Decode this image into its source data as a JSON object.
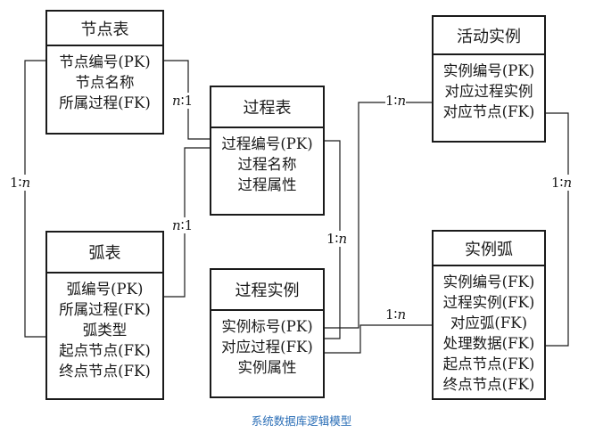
{
  "entities": {
    "node_table": {
      "title": "节点表",
      "fields": [
        "节点编号(PK)",
        "节点名称",
        "所属过程(FK)"
      ]
    },
    "process_table": {
      "title": "过程表",
      "fields": [
        "过程编号(PK)",
        "过程名称",
        "过程属性"
      ]
    },
    "arc_table": {
      "title": "弧表",
      "fields": [
        "弧编号(PK)",
        "所属过程(FK)",
        "弧类型",
        "起点节点(FK)",
        "终点节点(FK)"
      ]
    },
    "process_instance": {
      "title": "过程实例",
      "fields": [
        "实例标号(PK)",
        "对应过程(FK)",
        "实例属性"
      ]
    },
    "activity_instance": {
      "title": "活动实例",
      "fields": [
        "实例编号(PK)",
        "对应过程实例",
        "对应节点(FK)"
      ]
    },
    "instance_arc": {
      "title": "实例弧",
      "fields": [
        "实例编号(FK)",
        "过程实例(FK)",
        "对应弧(FK)",
        "处理数据(FK)",
        "起点节点(FK)",
        "终点节点(FK)"
      ]
    }
  },
  "relationships": {
    "node_process": {
      "left": "n",
      "sep": "∶",
      "right": "1"
    },
    "arc_process": {
      "left": "n",
      "sep": "∶",
      "right": "1"
    },
    "node_arc": {
      "left": "1",
      "sep": "∶",
      "right": "n"
    },
    "process_instance_rel": {
      "left": "1",
      "sep": "∶",
      "right": "n"
    },
    "pinstance_activity": {
      "left": "1",
      "sep": "∶",
      "right": "n"
    },
    "pinstance_instarc": {
      "left": "1",
      "sep": "∶",
      "right": "n"
    },
    "activity_instarc": {
      "left": "1",
      "sep": "∶",
      "right": "n"
    }
  },
  "caption": "系统数据库逻辑模型"
}
